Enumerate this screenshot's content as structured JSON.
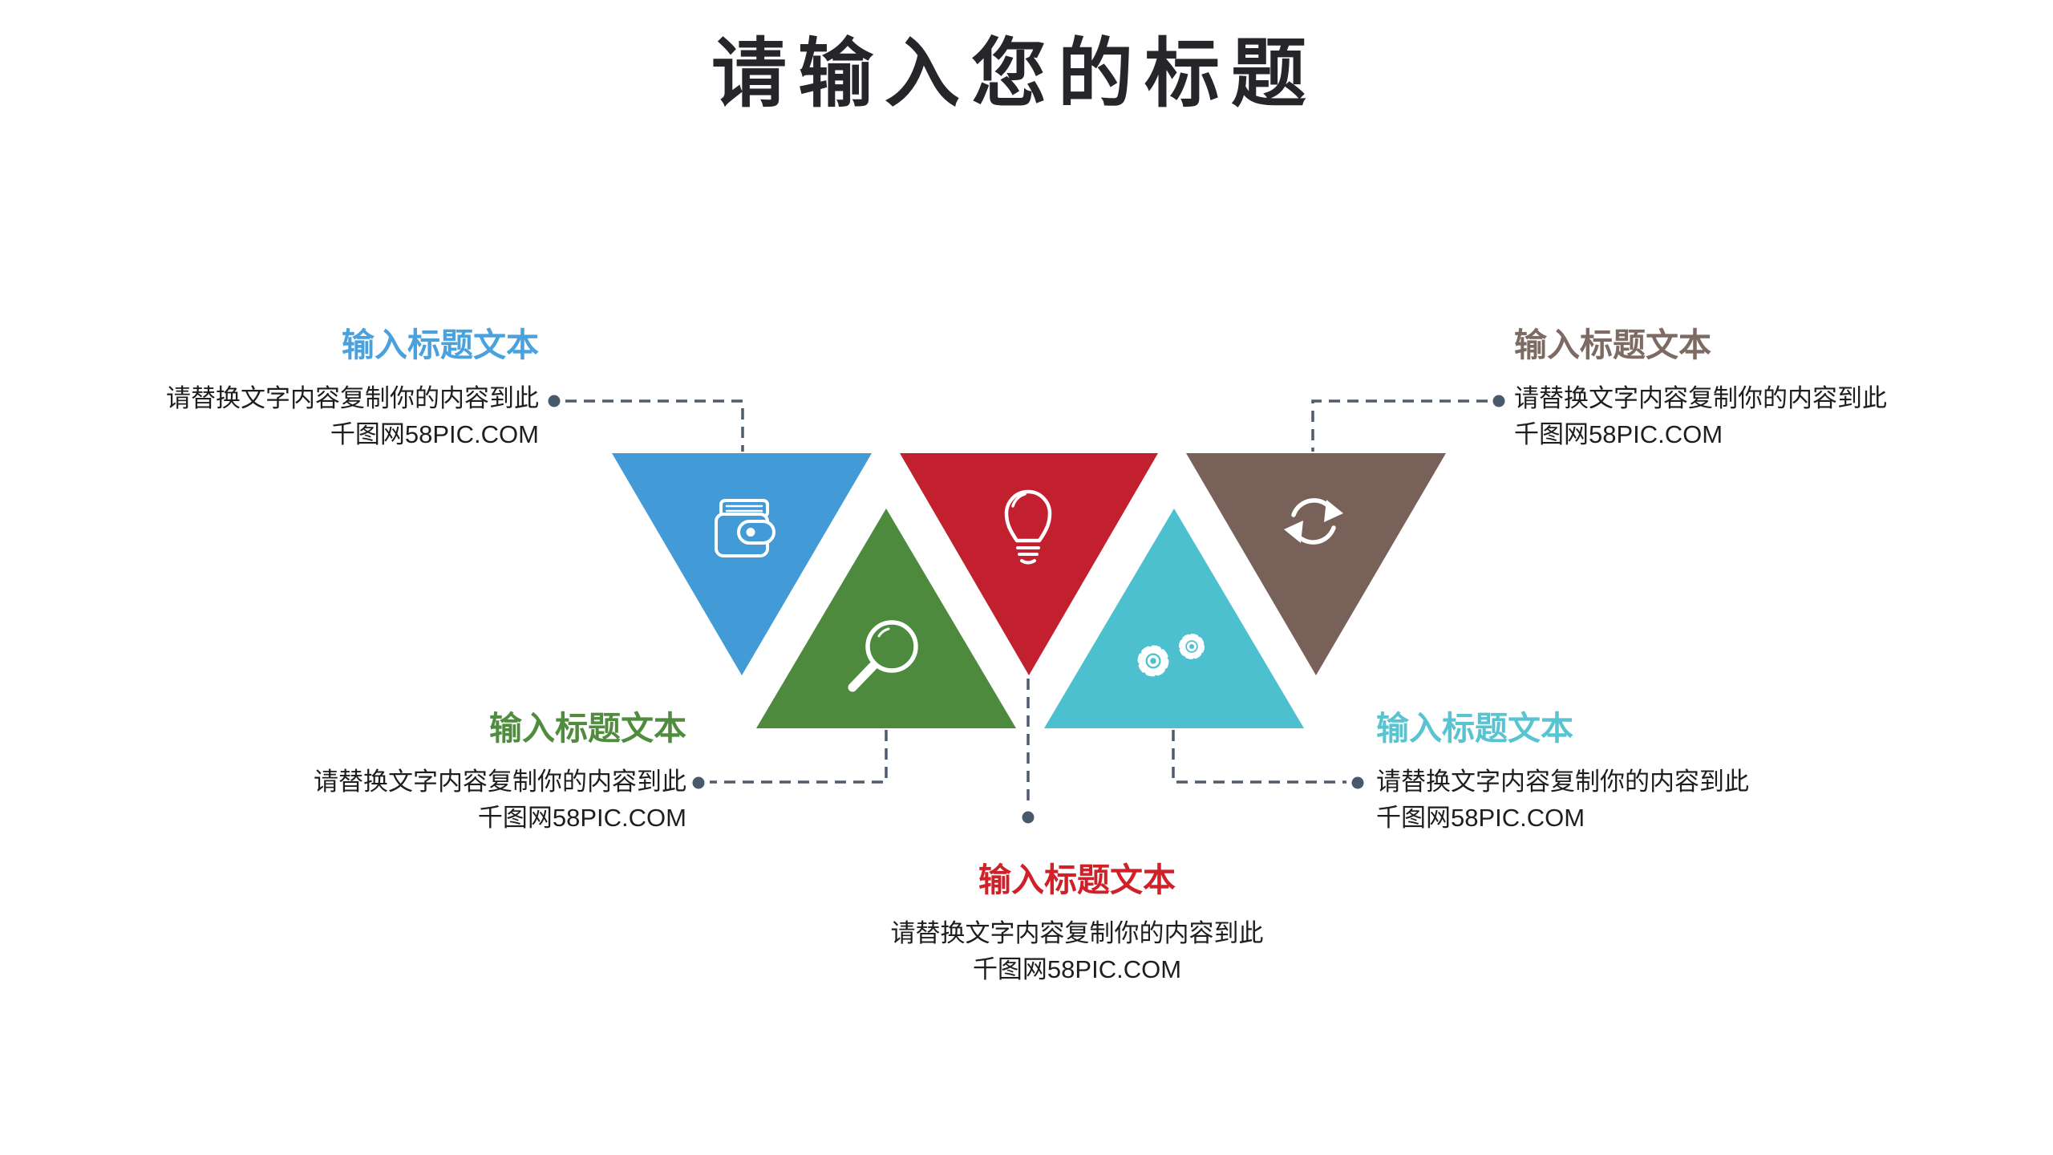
{
  "title": "请输入您的标题",
  "title_color": "#26262a",
  "body_text_color": "#1e1e1c",
  "icon_color": "#ffffff",
  "connector": {
    "line_color": "#4e5c6d",
    "dot_color": "#48596c"
  },
  "items": [
    {
      "name": "wallet",
      "icon": "wallet-icon",
      "orientation": "down",
      "heading": "输入标题文本",
      "body_line1": "请替换文字内容复制你的内容到此",
      "body_line2": "千图网58PIC.COM",
      "triangle_color": "#429ad7",
      "heading_color": "#49a1de"
    },
    {
      "name": "search",
      "icon": "search-icon",
      "orientation": "up",
      "heading": "输入标题文本",
      "body_line1": "请替换文字内容复制你的内容到此",
      "body_line2": "千图网58PIC.COM",
      "triangle_color": "#4e8a3d",
      "heading_color": "#4f8c3e"
    },
    {
      "name": "idea",
      "icon": "lightbulb-icon",
      "orientation": "down",
      "heading": "输入标题文本",
      "body_line1": "请替换文字内容复制你的内容到此",
      "body_line2": "千图网58PIC.COM",
      "triangle_color": "#c3202f",
      "heading_color": "#d02028"
    },
    {
      "name": "settings",
      "icon": "gears-icon",
      "orientation": "up",
      "heading": "输入标题文本",
      "body_line1": "请替换文字内容复制你的内容到此",
      "body_line2": "千图网58PIC.COM",
      "triangle_color": "#4cc0cf",
      "heading_color": "#58c4d1"
    },
    {
      "name": "sync",
      "icon": "sync-icon",
      "orientation": "down",
      "heading": "输入标题文本",
      "body_line1": "请替换文字内容复制你的内容到此",
      "body_line2": "千图网58PIC.COM",
      "triangle_color": "#786159",
      "heading_color": "#7c6a63"
    }
  ]
}
